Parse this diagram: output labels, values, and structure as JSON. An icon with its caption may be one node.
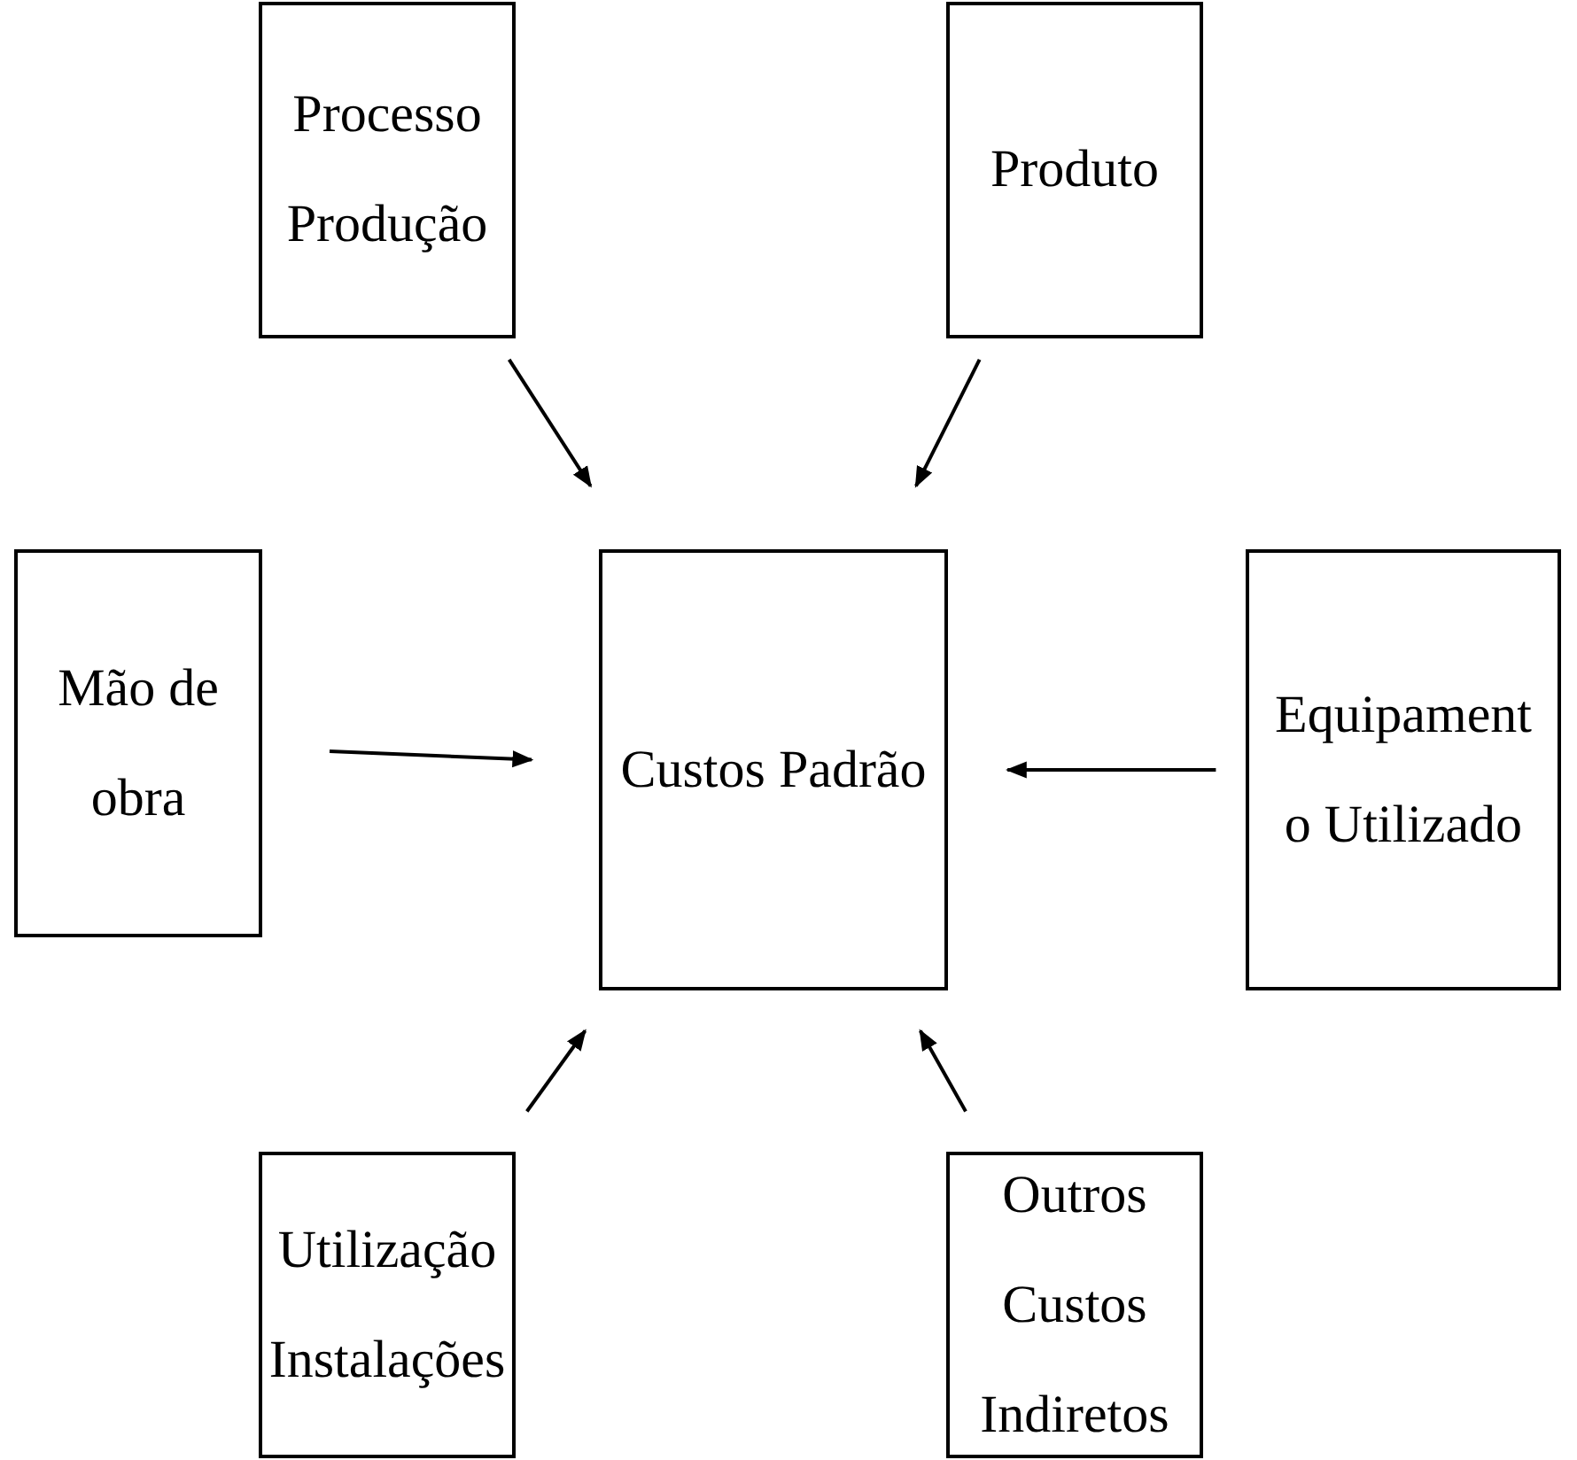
{
  "diagram": {
    "nodes": [
      {
        "text": [
          "Processo Produção"
        ]
      },
      {
        "text": [
          "Produto"
        ]
      },
      {
        "text": [
          "Mão de obra"
        ]
      },
      {
        "text": [
          "Custos Padrão"
        ]
      },
      {
        "text": [
          "Equipamento Utilizado"
        ]
      },
      {
        "text": [
          "Utilização Instalações"
        ]
      },
      {
        "text": [
          "Outros Custos Indiretos"
        ]
      }
    ],
    "edges": [
      {
        "from": 0,
        "to": 3,
        "arrow": "to"
      },
      {
        "from": 1,
        "to": 3,
        "arrow": "to"
      },
      {
        "from": 2,
        "to": 3,
        "arrow": "to"
      },
      {
        "from": 4,
        "to": 3,
        "arrow": "to"
      },
      {
        "from": 5,
        "to": 3,
        "arrow": "to"
      },
      {
        "from": 6,
        "to": 3,
        "arrow": "to"
      }
    ]
  }
}
